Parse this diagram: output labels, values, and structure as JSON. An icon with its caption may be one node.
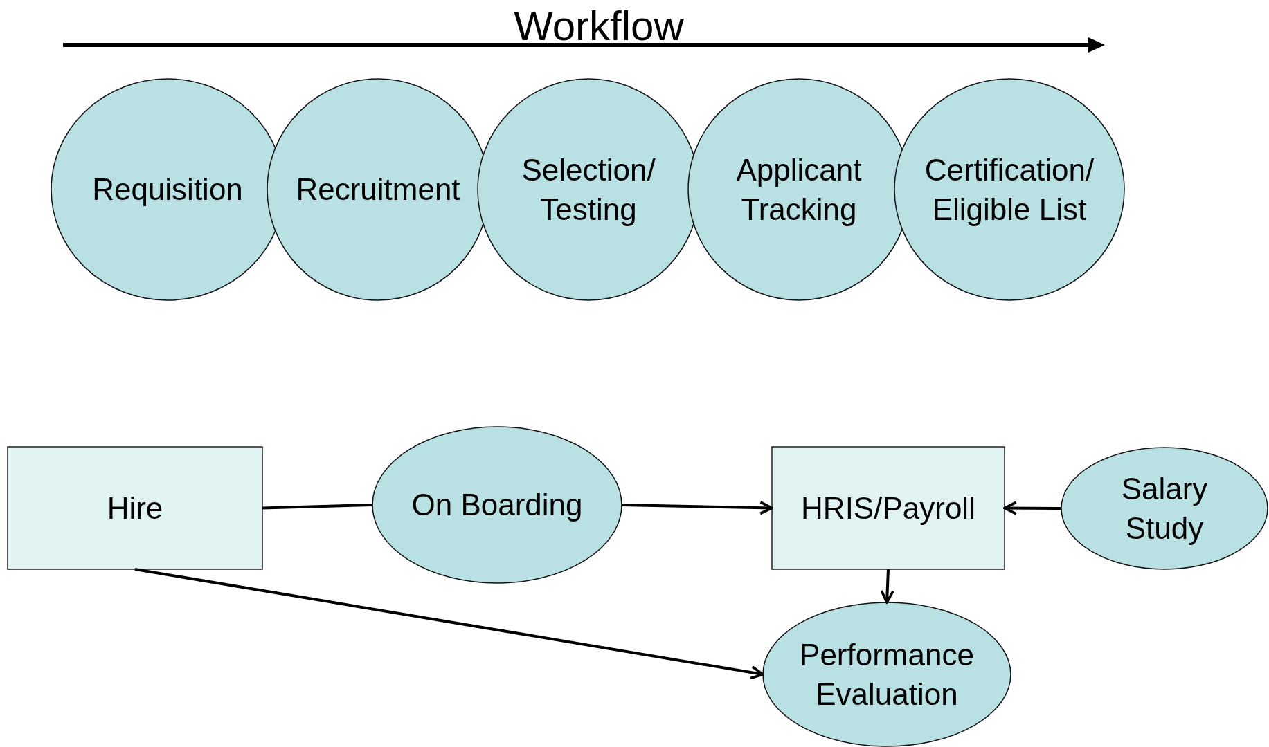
{
  "diagram": {
    "title": "Workflow",
    "nodes": [
      {
        "text": [
          "Requisition"
        ]
      },
      {
        "text": [
          "Recruitment"
        ]
      },
      {
        "text": [
          "Selection/ Testing"
        ]
      },
      {
        "text": [
          "Applicant Tracking"
        ]
      },
      {
        "text": [
          "Certification/ Eligible List"
        ]
      },
      {
        "text": [
          "Hire"
        ]
      },
      {
        "text": [
          "On Boarding"
        ]
      },
      {
        "text": [
          "HRIS/Payroll"
        ]
      },
      {
        "text": [
          "Salary Study"
        ]
      },
      {
        "text": [
          "Performance Evaluation"
        ]
      }
    ],
    "edges": [
      {
        "from": 5,
        "to": 6,
        "arrow": "none"
      },
      {
        "from": 6,
        "to": 7,
        "arrow": "to"
      },
      {
        "from": 8,
        "to": 7,
        "arrow": "to"
      },
      {
        "from": 7,
        "to": 9,
        "arrow": "to"
      },
      {
        "from": 5,
        "to": 9,
        "arrow": "to"
      }
    ]
  }
}
